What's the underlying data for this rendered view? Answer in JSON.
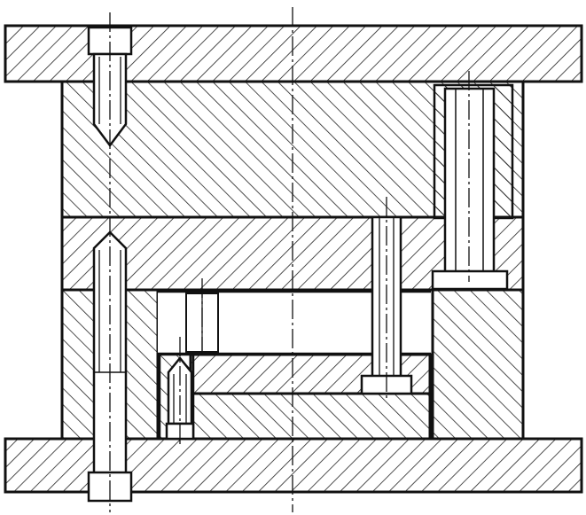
{
  "drawing": {
    "type": "mold-assembly-cross-section",
    "background_color": "#ffffff",
    "line_color": "#111111",
    "hatch_color": "#222222",
    "parts": [
      {
        "name": "top-clamp-plate",
        "hatch": "hatch-a"
      },
      {
        "name": "upper-die-plate",
        "hatch": "hatch-b"
      },
      {
        "name": "middle-plate",
        "hatch": "hatch-a"
      },
      {
        "name": "left-lower-block",
        "hatch": "hatch-b"
      },
      {
        "name": "right-lower-block",
        "hatch": "hatch-b"
      },
      {
        "name": "ejector-plate",
        "hatch": "hatch-a"
      },
      {
        "name": "ejector-retainer-plate",
        "hatch": "hatch-b"
      },
      {
        "name": "bottom-clamp-plate",
        "hatch": "hatch-a"
      },
      {
        "name": "guide-bushing",
        "hatch": "hatch-b"
      }
    ],
    "fasteners": [
      {
        "name": "top-left-cap-screw"
      },
      {
        "name": "bottom-left-cap-screw"
      },
      {
        "name": "guide-pillar"
      },
      {
        "name": "return-pin"
      },
      {
        "name": "small-stop-pin"
      },
      {
        "name": "ejector-pin"
      }
    ],
    "centerlines": [
      {
        "name": "main-centerline"
      },
      {
        "name": "left-screw-centerline"
      },
      {
        "name": "guide-pillar-centerline"
      }
    ],
    "cavity": {
      "name": "mold-cavity"
    }
  }
}
